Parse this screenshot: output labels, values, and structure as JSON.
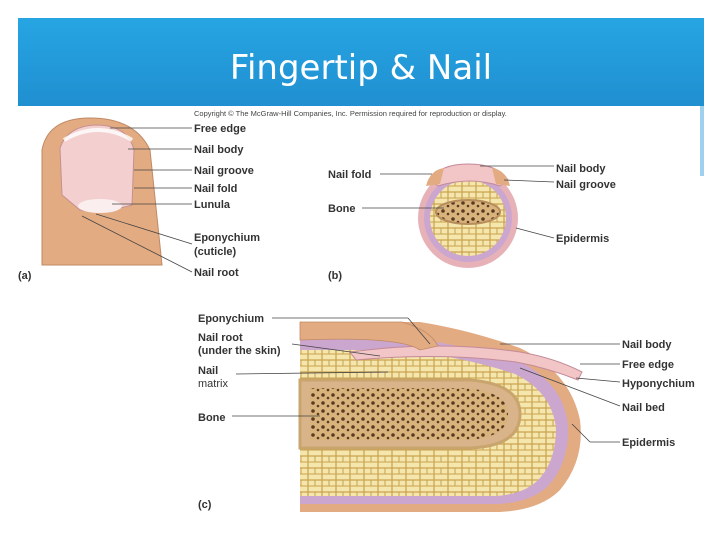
{
  "title": "Fingertip & Nail",
  "copyright": "Copyright © The McGraw-Hill Companies, Inc. Permission required for reproduction or display.",
  "panel_a": {
    "tag": "(a)",
    "labels": {
      "free_edge": "Free edge",
      "nail_body": "Nail body",
      "nail_groove": "Nail groove",
      "nail_fold": "Nail fold",
      "lunula": "Lunula",
      "eponychium": "Eponychium",
      "cuticle": "(cuticle)",
      "nail_root": "Nail root"
    }
  },
  "panel_b": {
    "tag": "(b)",
    "labels": {
      "nail_fold": "Nail fold",
      "bone": "Bone",
      "nail_body": "Nail body",
      "nail_groove": "Nail groove",
      "epidermis": "Epidermis"
    }
  },
  "panel_c": {
    "tag": "(c)",
    "labels": {
      "eponychium": "Eponychium",
      "nail_root": "Nail root",
      "under_skin": "(under the skin)",
      "nail": "Nail",
      "matrix": "matrix",
      "bone": "Bone",
      "nail_body": "Nail body",
      "free_edge": "Free edge",
      "hyponychium": "Hyponychium",
      "nail_bed": "Nail bed",
      "epidermis": "Epidermis"
    }
  },
  "colors": {
    "title_bar": "#27a5e3",
    "skin": "#e8b48c",
    "nail": "#f2c6c6",
    "dermis": "#cfa8cf",
    "bone_marrow": "#f3e2a6",
    "bone_cortex": "#d9b48a"
  }
}
